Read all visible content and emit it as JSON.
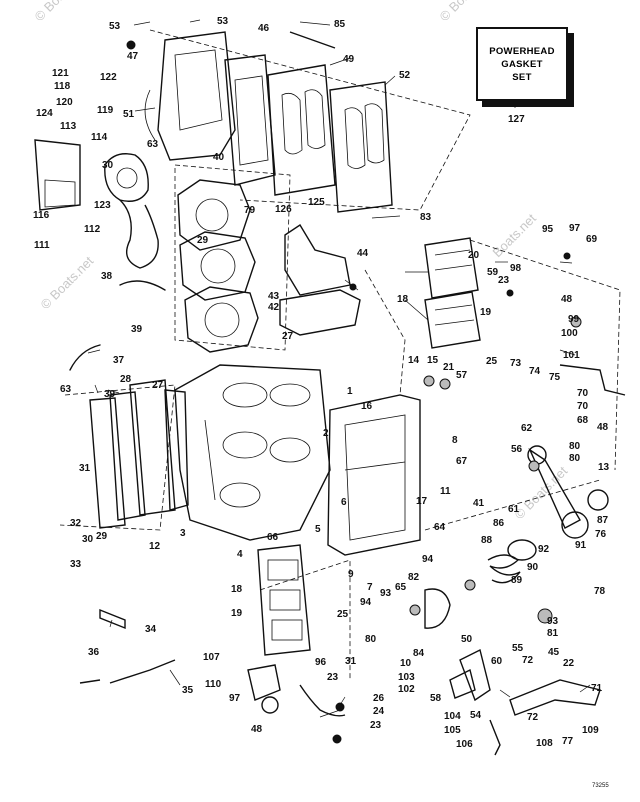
{
  "kit_box": {
    "lines": [
      "POWERHEAD",
      "GASKET",
      "SET"
    ],
    "callout": "127"
  },
  "watermarks": [
    "© Boats.net",
    "© Boats.net",
    "© Boats.net",
    "© Boats.net",
    "Boats.net"
  ],
  "figure_number": "73255",
  "callouts": [
    "1",
    "2",
    "3",
    "4",
    "5",
    "6",
    "7",
    "8",
    "9",
    "10",
    "11",
    "12",
    "13",
    "14",
    "15",
    "16",
    "17",
    "18",
    "18",
    "19",
    "19",
    "20",
    "21",
    "22",
    "23",
    "23",
    "23",
    "24",
    "25",
    "25",
    "26",
    "27",
    "27",
    "28",
    "29",
    "29",
    "30",
    "30",
    "31",
    "31",
    "32",
    "33",
    "34",
    "35",
    "36",
    "37",
    "38",
    "39",
    "39",
    "40",
    "41",
    "42",
    "43",
    "44",
    "45",
    "46",
    "47",
    "48",
    "48",
    "48",
    "49",
    "50",
    "51",
    "52",
    "53",
    "53",
    "54",
    "55",
    "56",
    "57",
    "58",
    "59",
    "60",
    "61",
    "62",
    "63",
    "63",
    "64",
    "65",
    "66",
    "67",
    "68",
    "69",
    "70",
    "70",
    "71",
    "72",
    "72",
    "73",
    "74",
    "75",
    "76",
    "77",
    "78",
    "79",
    "80",
    "80",
    "80",
    "81",
    "82",
    "83",
    "84",
    "85",
    "86",
    "87",
    "88",
    "89",
    "90",
    "91",
    "92",
    "93",
    "93",
    "94",
    "94",
    "95",
    "96",
    "97",
    "97",
    "98",
    "99",
    "100",
    "101",
    "102",
    "103",
    "104",
    "105",
    "106",
    "107",
    "108",
    "109",
    "110",
    "111",
    "112",
    "113",
    "114",
    "116",
    "118",
    "119",
    "120",
    "121",
    "122",
    "123",
    "124",
    "125",
    "126"
  ]
}
